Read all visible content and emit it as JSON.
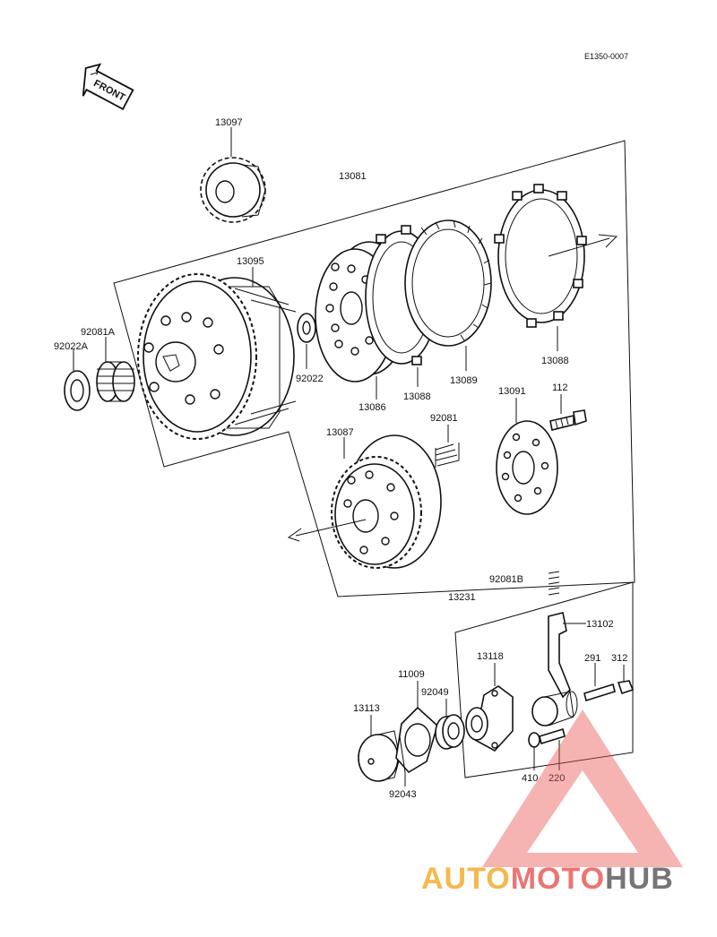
{
  "diagram_code": "E1350-0007",
  "front_label": "FRONT",
  "parts": {
    "p13097": "13097",
    "p13081": "13081",
    "p13095": "13095",
    "p92081A": "92081A",
    "p92022A": "92022A",
    "p92022": "92022",
    "p13086": "13086",
    "p13088a": "13088",
    "p13089": "13089",
    "p13088b": "13088",
    "p13091": "13091",
    "p112": "112",
    "p92081": "92081",
    "p13087": "13087",
    "p92081B": "92081B",
    "p13231": "13231",
    "p13102": "13102",
    "p13118": "13118",
    "p291": "291",
    "p312": "312",
    "p11009": "11009",
    "p92049": "92049",
    "p13113": "13113",
    "p410": "410",
    "p220": "220",
    "p92043": "92043"
  },
  "watermark": {
    "part1": "AUTO",
    "part2": "MOTO",
    "part3": "HUB",
    "color1": "#f5a623",
    "color2": "#e8524f",
    "color3": "#555555"
  }
}
